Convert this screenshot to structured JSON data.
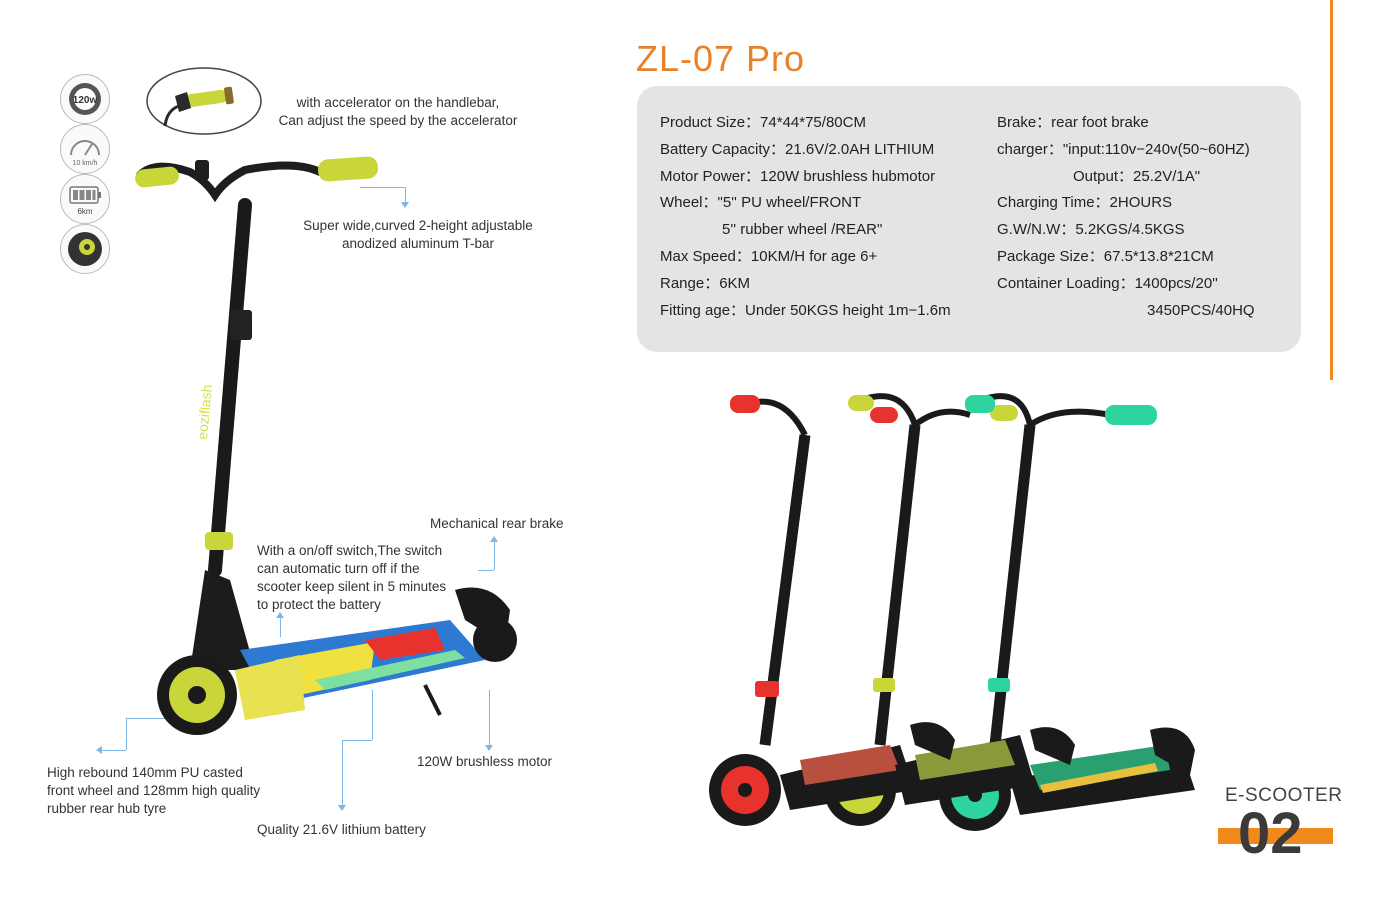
{
  "title": "ZL-07 Pro",
  "specs_left": [
    "Product Size：74*44*75/80CM",
    "Battery Capacity：21.6V/2.0AH LITHIUM",
    "Motor Power：120W brushless hubmotor",
    "Wheel：\"5'' PU wheel/FRONT",
    "5'' rubber wheel /REAR\"",
    "Max Speed：10KM/H for  age 6+",
    "Range：6KM",
    "Fitting age：Under 50KGS height 1m−1.6m"
  ],
  "specs_right": [
    "Brake：rear foot brake",
    "charger：\"input:110v−240v(50~60HZ)",
    "Output：25.2V/1A\"",
    "Charging Time：2HOURS",
    "G.W/N.W：5.2KGS/4.5KGS",
    "Package Size：67.5*13.8*21CM",
    "Container Loading：1400pcs/20''",
    "3450PCS/40HQ"
  ],
  "icons": [
    {
      "name": "motor-power-icon",
      "label": "120w"
    },
    {
      "name": "speedometer-icon",
      "label": "10 km/h"
    },
    {
      "name": "battery-icon",
      "label": "6km"
    },
    {
      "name": "hub-motor-icon",
      "label": ""
    }
  ],
  "callouts": {
    "accelerator": "with accelerator on the handlebar,\nCan adjust the speed by the accelerator",
    "tbar": "Super wide,curved 2-height adjustable\nanodized aluminum T-bar",
    "rear_brake": "Mechanical rear brake",
    "switch": "With a on/off switch,The switch\ncan automatic turn off if the\nscooter keep silent in 5 minutes\nto protect the battery",
    "motor": "120W brushless motor",
    "wheel": "High rebound 140mm PU casted\nfront wheel and 128mm high quality\nrubber rear hub tyre",
    "battery": "Quality 21.6V lithium battery"
  },
  "badge": {
    "label": "E-SCOOTER",
    "number": "02"
  },
  "colors": {
    "accent": "#e8822a",
    "spec_box": "#e4e4e4",
    "leader_line": "#7fb6e6",
    "scooter_variants": [
      "#e8322e",
      "#c8d63a",
      "#2ed4a0"
    ]
  }
}
